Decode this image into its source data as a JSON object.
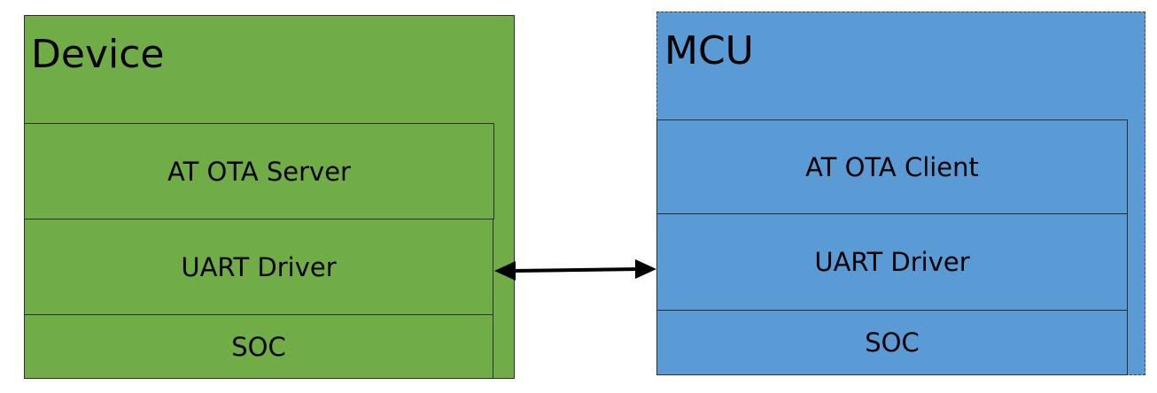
{
  "colors": {
    "device_fill": "#70ad47",
    "mcu_fill": "#5b9bd5"
  },
  "device": {
    "title": "Device",
    "layers": [
      "AT OTA Server",
      "UART Driver",
      "SOC"
    ]
  },
  "mcu": {
    "title": "MCU",
    "layers": [
      "AT OTA Client",
      "UART Driver",
      "SOC"
    ]
  }
}
